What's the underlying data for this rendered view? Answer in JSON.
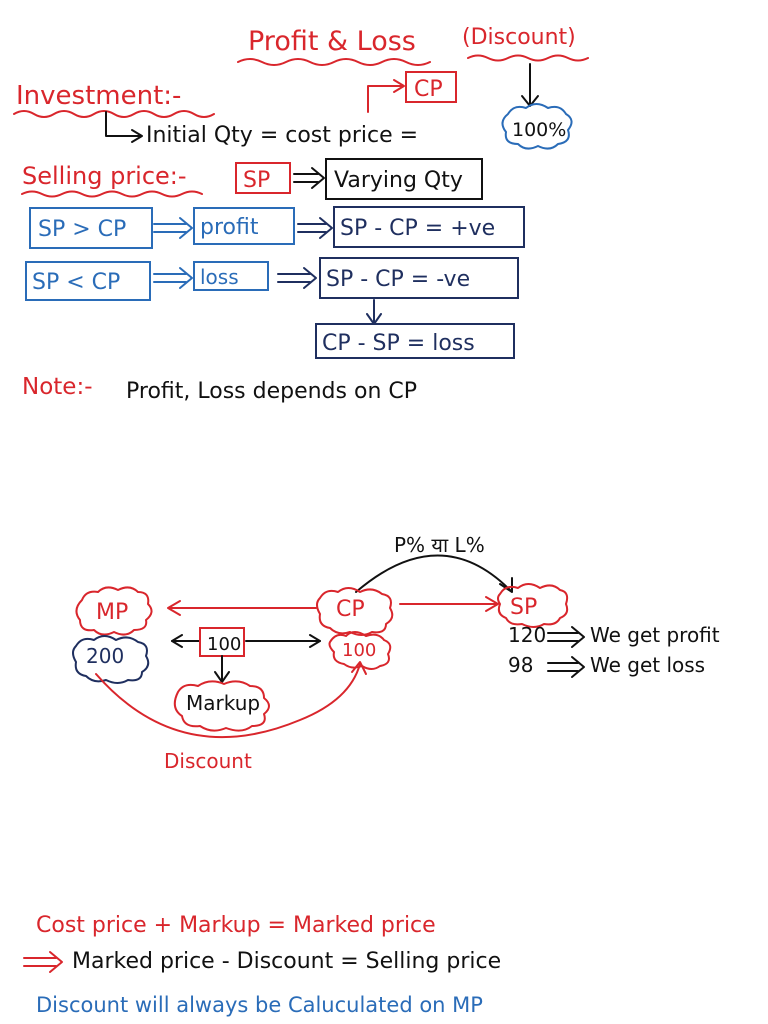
{
  "title": "Profit & Loss",
  "title_paren": "(Discount)",
  "investment": {
    "label": "Investment:-",
    "cp_box": "CP",
    "initial_line": "Initial Qty = cost price =",
    "hundred_percent": "100%"
  },
  "selling_price": {
    "label": "Selling price:-",
    "sp_box": "SP",
    "varying": "Varying Qty"
  },
  "rule_profit": {
    "condition": "SP > CP",
    "result": "profit",
    "formula": "SP - CP = +ve"
  },
  "rule_loss": {
    "condition": "SP < CP",
    "result": "loss",
    "formula": "SP - CP = -ve",
    "loss_formula": "CP - SP = loss"
  },
  "note": {
    "label": "Note:-",
    "text": "Profit, Loss depends on CP"
  },
  "diagram": {
    "arc_label": "P% या L%",
    "mp": "MP",
    "mp_value": "200",
    "cp": "CP",
    "cp_value": "100",
    "sp": "SP",
    "middle_value": "100",
    "markup": "Markup",
    "discount": "Discount",
    "profit_example_value": "120",
    "profit_example_text": "We get profit",
    "loss_example_value": "98",
    "loss_example_text": "We get loss"
  },
  "formulas": {
    "markup_formula": "Cost price + Markup = Marked price",
    "selling_formula": "Marked price - Discount = Selling price",
    "discount_rule": "Discount will always be Caluculated on MP"
  },
  "colors": {
    "red": "#d9262c",
    "blue": "#2a6cb8",
    "navy": "#1f2f5f",
    "black": "#111111"
  }
}
